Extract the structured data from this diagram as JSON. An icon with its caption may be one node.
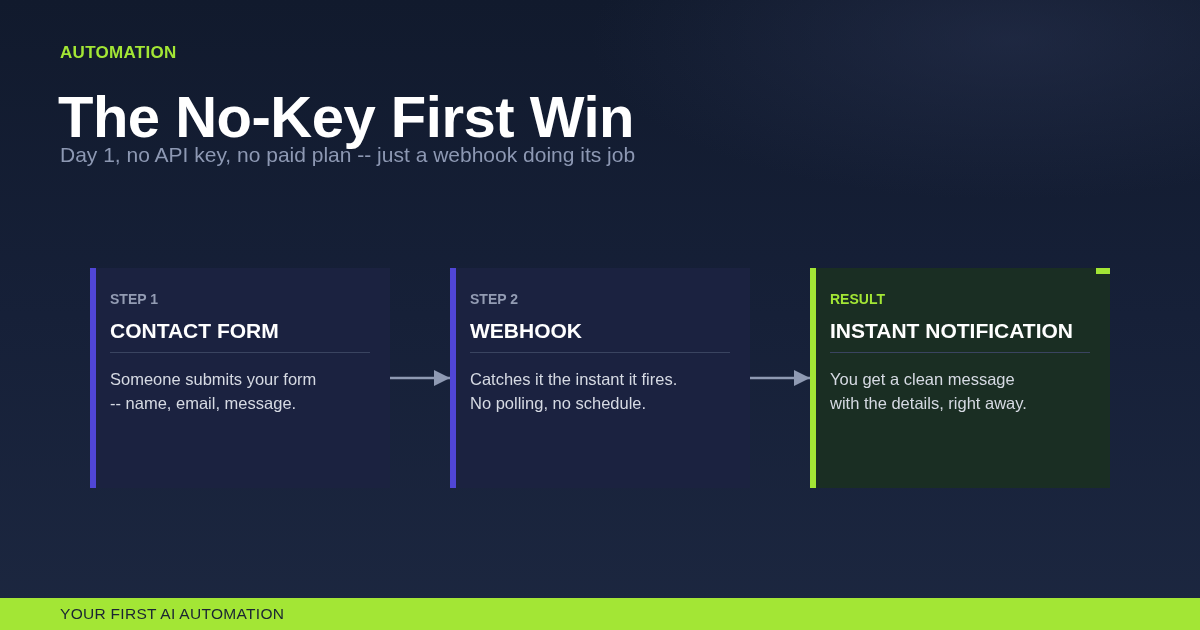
{
  "diagram": {
    "title": "The No-Key First Win",
    "nodes": [
      {
        "text": [
          "STEP 1",
          "CONTACT FORM",
          "Someone submits your form -- name, email, message."
        ]
      },
      {
        "text": [
          "STEP 2",
          "WEBHOOK",
          "Catches it the instant it fires. No polling, no schedule."
        ]
      },
      {
        "text": [
          "RESULT",
          "INSTANT NOTIFICATION",
          "You get a clean message with the details, right away."
        ]
      }
    ],
    "edges": [
      {
        "from": 0,
        "to": 1,
        "arrow": "to"
      },
      {
        "from": 1,
        "to": 2,
        "arrow": "to"
      }
    ],
    "labels": [
      "AUTOMATION",
      "Day 1, no API key, no paid plan -- just a webhook doing its job",
      "YOUR FIRST AI AUTOMATION"
    ]
  }
}
